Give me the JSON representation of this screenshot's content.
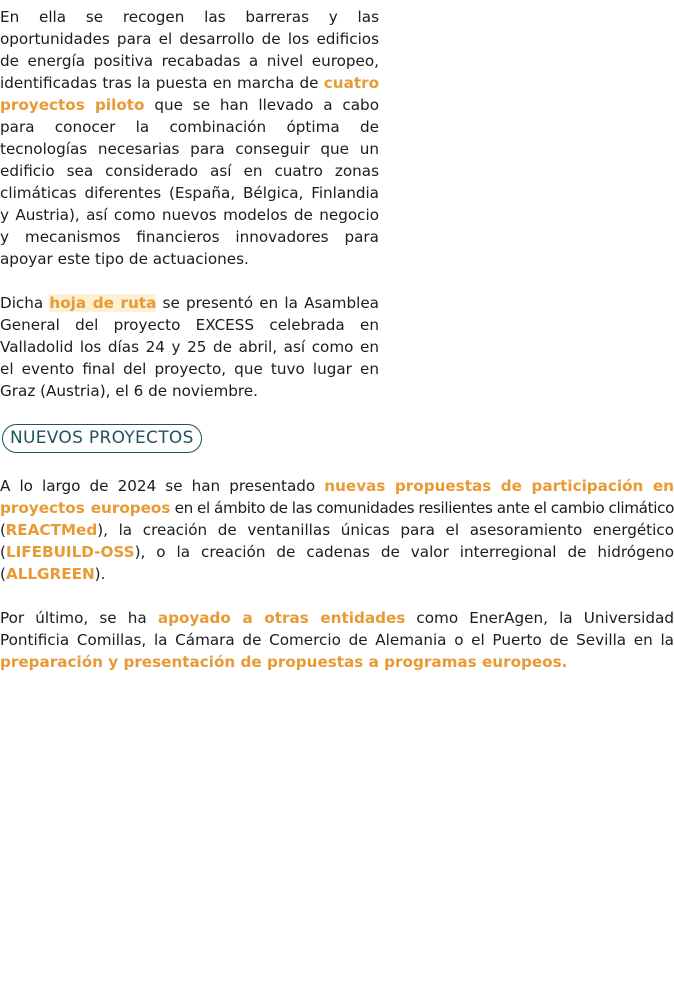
{
  "intro": {
    "p1_a": "En ella se recogen las barreras y las oportunidades para el desarrollo de los edificios de energía positiva recabadas a nivel europeo, identificadas tras la puesta en marcha de ",
    "p1_link": "cuatro proyectos piloto",
    "p1_b": " que se han llevado a cabo para conocer la combinación óptima de tecnologías necesarias para conseguir que un edificio sea considerado así en cuatro zonas climáticas diferentes (España, Bélgica, Finlandia y Austria), así como nuevos modelos de negocio y mecanismos financieros innovadores para apoyar este tipo de actuaciones.",
    "p2_a": "Dicha ",
    "p2_link": "hoja de ruta",
    "p2_b": " se presentó en la Asamblea General del proyecto EXCESS celebrada en Valladolid los días 24 y 25 de abril, así como en el evento final del proyecto, que tuvo lugar en Graz (Austria), el 6 de noviembre."
  },
  "section": {
    "title": "NUEVOS PROYECTOS"
  },
  "body": {
    "p3_a": "A lo largo de 2024 se han presentado ",
    "p3_link1": "nuevas propuestas de participación en proyectos europeos",
    "p3_b": " en el ámbito de las comunidades resilientes ante el cambio climático (",
    "p3_link2": "REACTMed",
    "p3_c": "), la creación de ventanillas únicas para el asesoramiento energético (",
    "p3_link3": "LIFEBUILD-OSS",
    "p3_d": "), o la creación de cadenas de valor interregional de hidrógeno (",
    "p3_link4": "ALLGREEN",
    "p3_e": ").",
    "p4_a": "Por último, se ha ",
    "p4_link1": "apoyado a otras entidades",
    "p4_b": " como EnerAgen, la Universidad Pontificia Comillas, la Cámara de Comercio de Alemania o el Puerto de Sevilla en la ",
    "p4_link2": "preparación y presentación de propuestas a programas europeos."
  },
  "colors": {
    "text": "#1c1c1c",
    "accent": "#e89a34",
    "highlight_bg": "#fdf0d4",
    "section_teal": "#1d5462"
  }
}
